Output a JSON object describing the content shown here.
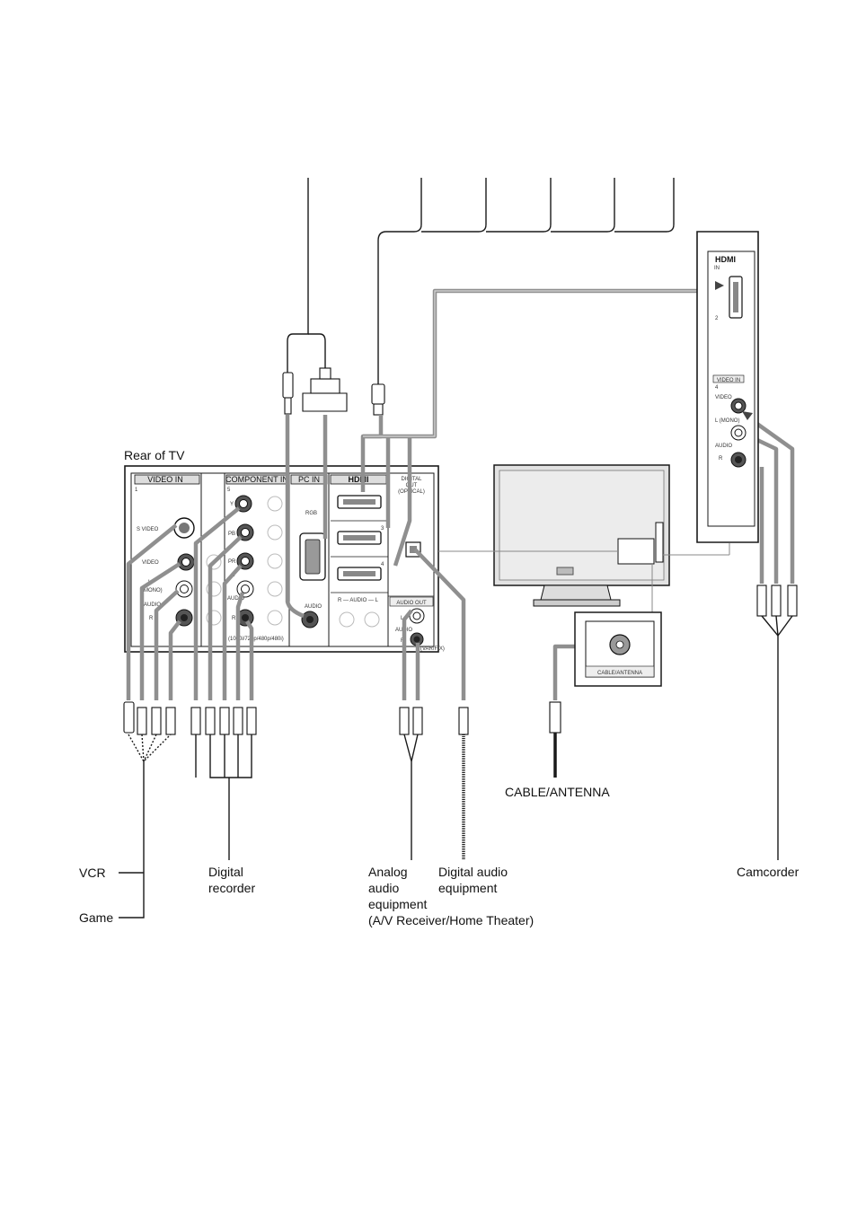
{
  "labels": {
    "rear_of_tv": "Rear of TV",
    "cable_antenna": "CABLE/ANTENNA",
    "vcr": "VCR",
    "game": "Game",
    "digital_recorder_1": "Digital",
    "digital_recorder_2": "recorder",
    "analog_audio_1": "Analog",
    "analog_audio_2": "audio",
    "analog_audio_3": "equipment",
    "analog_audio_4": "(A/V Receiver/Home Theater)",
    "digital_audio_1": "Digital audio",
    "digital_audio_2": "equipment",
    "camcorder": "Camcorder"
  },
  "panel": {
    "video_in": "VIDEO IN",
    "video_in_num": "1",
    "component_in": "COMPONENT IN",
    "component_num": "5",
    "pc_in": "PC IN",
    "hdmi": "HDMI",
    "digital_out_1": "DIGITAL",
    "digital_out_2": "OUT",
    "digital_out_3": "(OPTICAL)",
    "s_video": "S VIDEO",
    "video": "VIDEO",
    "l_mono_1": "L",
    "l_mono_2": "(MONO)",
    "audio": "AUDIO",
    "r": "R",
    "y": "Y",
    "pb": "PB",
    "pr": "PR",
    "comp_l": "L",
    "comp_audio": "AUDIO",
    "comp_r": "R",
    "comp_res": "(1080i/720p/480p/480i)",
    "rgb": "RGB",
    "pc_audio": "AUDIO",
    "hdmi_num_3": "3",
    "hdmi_num_4": "4",
    "hdmi_audio": "R — AUDIO — L",
    "audio_out": "AUDIO OUT",
    "ao_l": "L",
    "ao_audio": "AUDIO",
    "ao_r": "R",
    "ao_var": "(VAR/FIX)"
  },
  "side_panel": {
    "hdmi": "HDMI",
    "in": "IN",
    "hdmi_num": "2",
    "video_in": "VIDEO IN",
    "video_in_num": "4",
    "video": "VIDEO",
    "l_mono": "L (MONO)",
    "audio": "AUDIO",
    "r": "R"
  },
  "antenna_panel": {
    "label": "CABLE/ANTENNA"
  }
}
